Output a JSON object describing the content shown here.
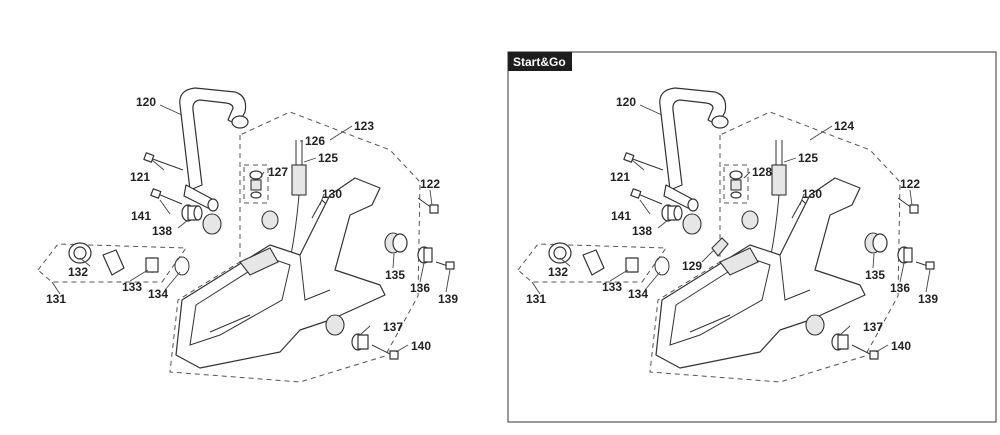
{
  "diagrams": [
    {
      "id": "left",
      "badge": "",
      "labels": {
        "p120": "120",
        "p123": "123",
        "p126": "126",
        "p125": "125",
        "p127": "127",
        "p121": "121",
        "p130": "130",
        "p122": "122",
        "p141": "141",
        "p138": "138",
        "p132": "132",
        "p133": "133",
        "p134": "134",
        "p131": "131",
        "p135": "135",
        "p136": "136",
        "p139": "139",
        "p137": "137",
        "p140": "140"
      }
    },
    {
      "id": "right",
      "badge": "Start&Go",
      "labels": {
        "p120": "120",
        "p124": "124",
        "p125": "125",
        "p128": "128",
        "p121": "121",
        "p130": "130",
        "p122": "122",
        "p141": "141",
        "p138": "138",
        "p129": "129",
        "p132": "132",
        "p133": "133",
        "p134": "134",
        "p131": "131",
        "p135": "135",
        "p136": "136",
        "p139": "139",
        "p137": "137",
        "p140": "140"
      }
    }
  ],
  "colors": {
    "line": "#333333",
    "badge": "#1e1e1e",
    "badge_text": "#ffffff"
  }
}
